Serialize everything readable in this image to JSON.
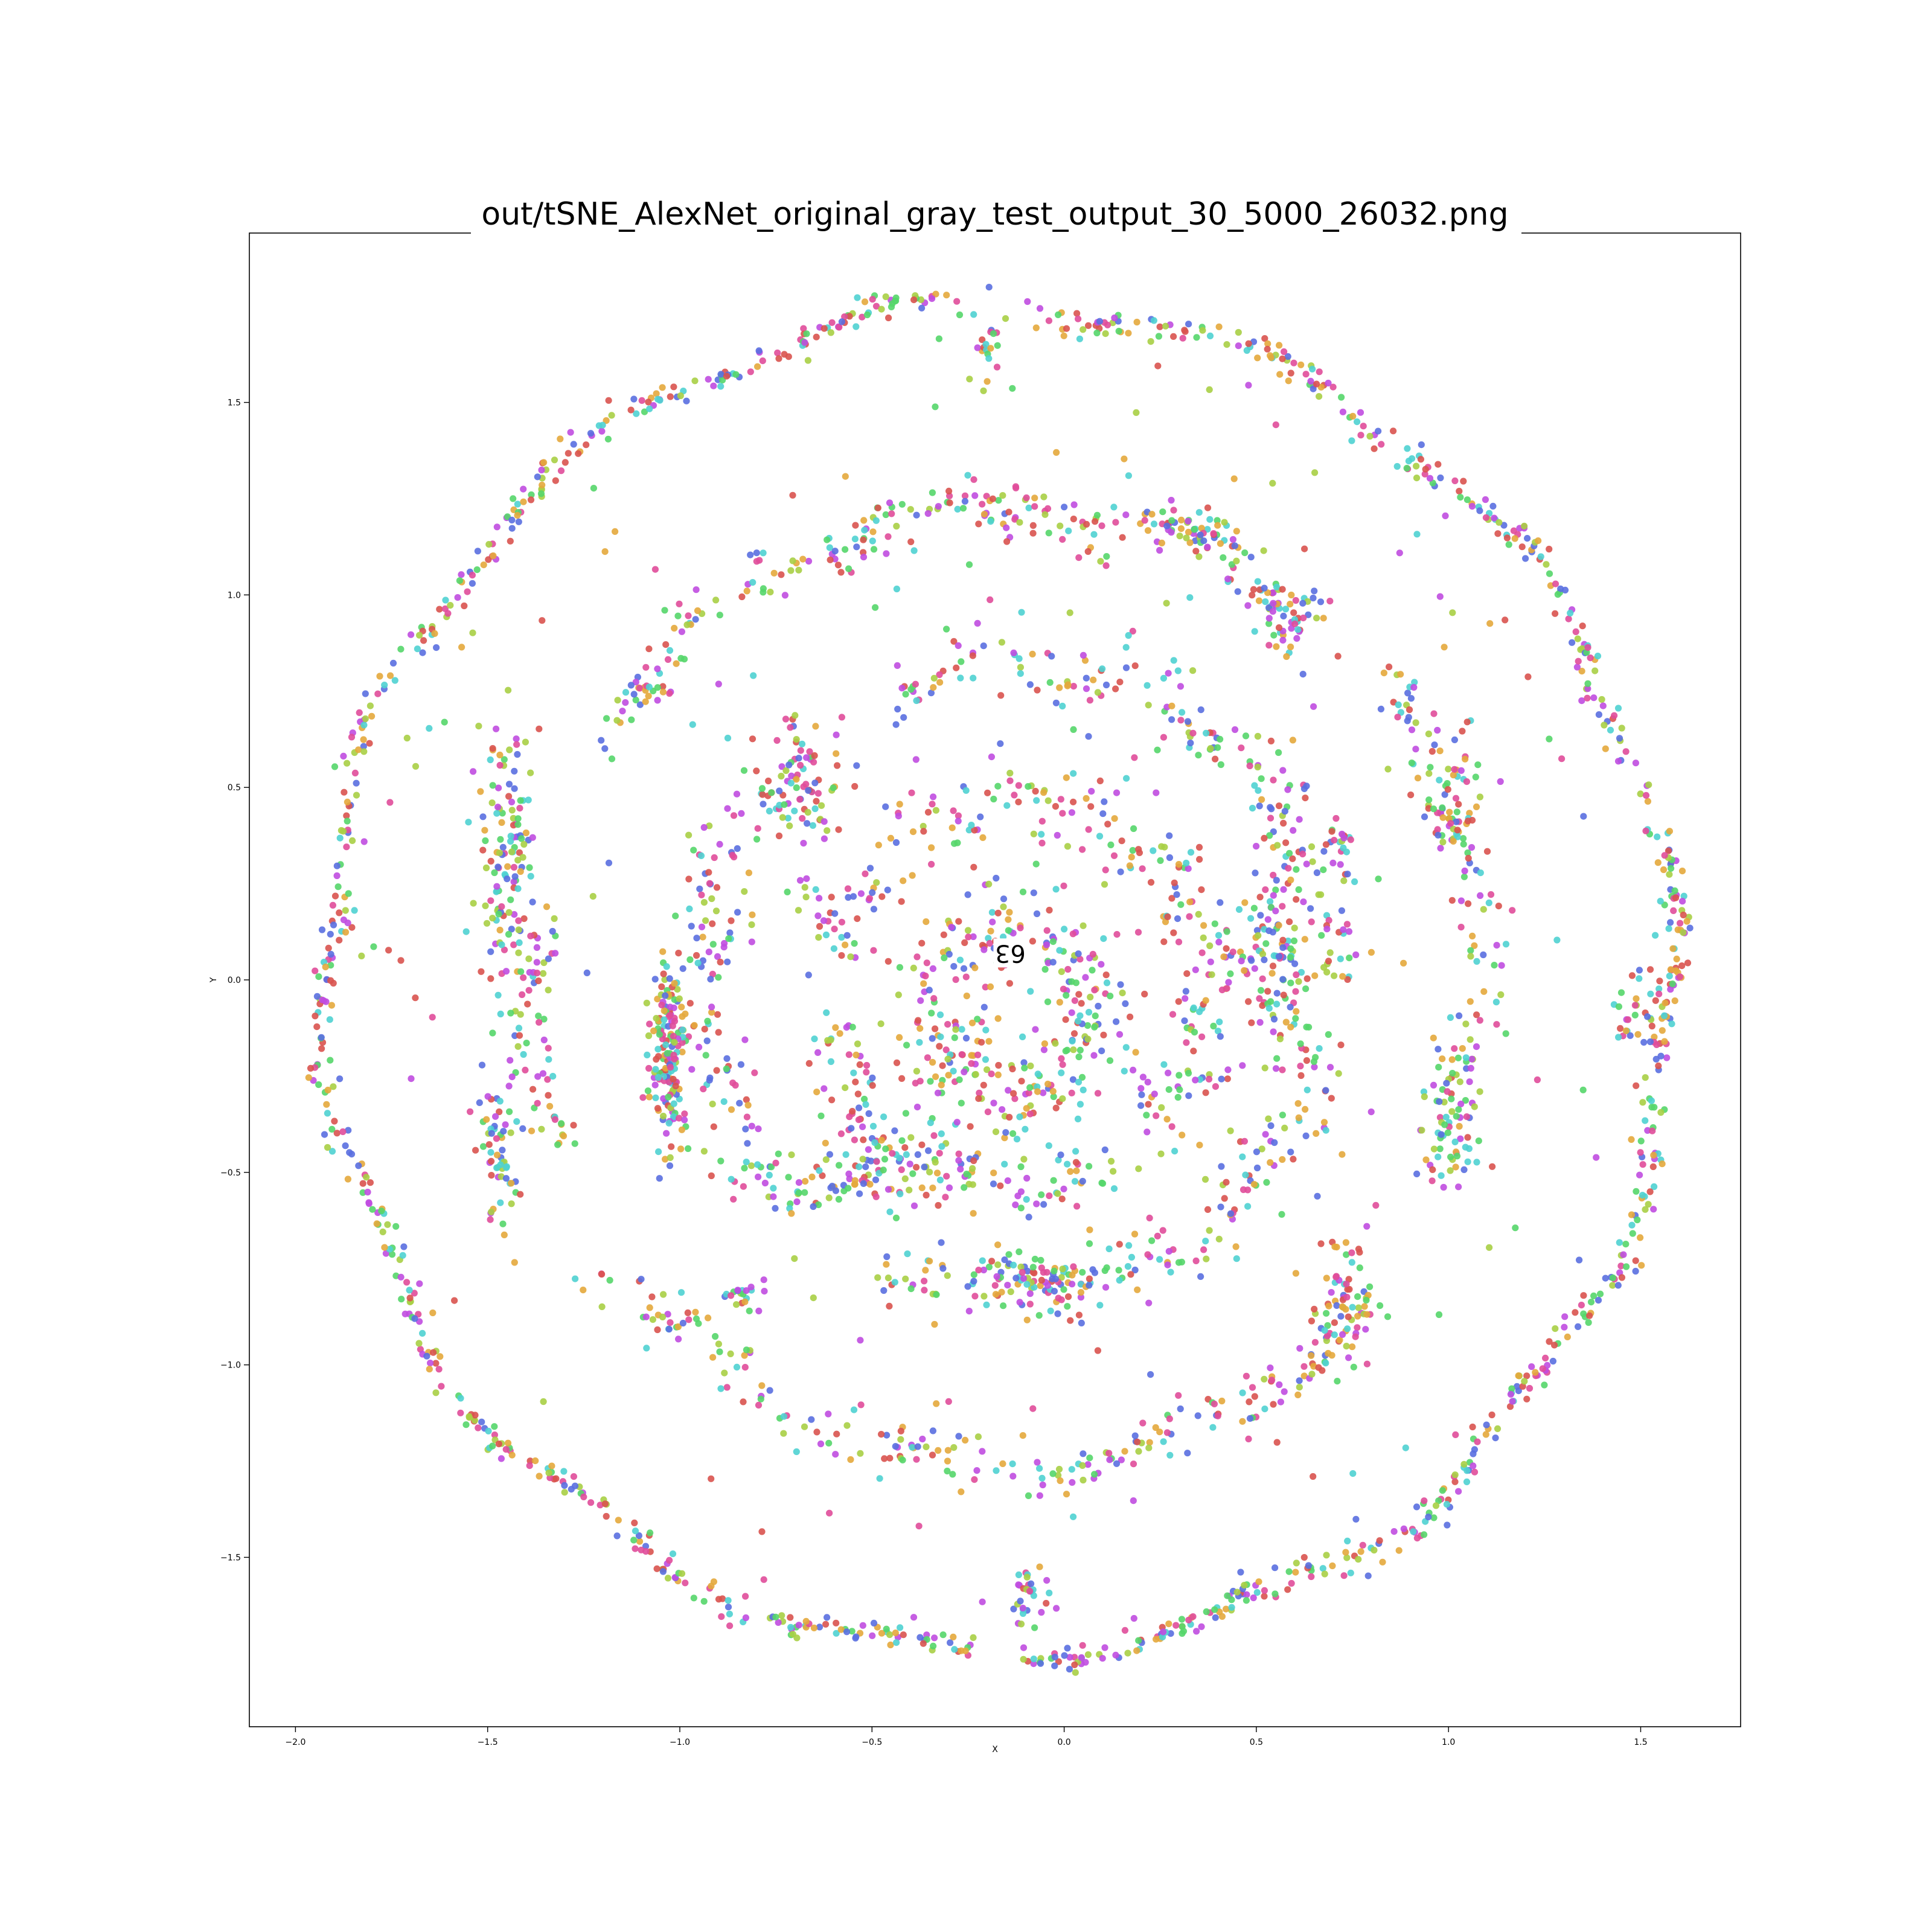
{
  "chart_data": {
    "type": "scatter",
    "title": "out/tSNE_AlexNet_original_gray_test_output_30_5000_26032.png",
    "xlabel": "X",
    "ylabel": "Y",
    "xlim": [
      -2.12,
      1.76
    ],
    "ylim": [
      -1.94,
      1.94
    ],
    "xticks": [
      -2.0,
      -1.5,
      -1.0,
      -0.5,
      0.0,
      0.5,
      1.0,
      1.5
    ],
    "yticks": [
      -1.5,
      -1.0,
      -0.5,
      0.0,
      0.5,
      1.0,
      1.5
    ],
    "xtick_labels": [
      "−2.0",
      "−1.5",
      "−1.0",
      "−0.5",
      "0.0",
      "0.5",
      "1.0",
      "1.5"
    ],
    "ytick_labels": [
      "−1.5",
      "−1.0",
      "−0.5",
      "0.0",
      "0.5",
      "1.0",
      "1.5"
    ],
    "grid": false,
    "marker_colors": [
      "#d9534f",
      "#e4a83c",
      "#a9cf45",
      "#55d66a",
      "#4fd1d1",
      "#5a6fe0",
      "#c04ce0",
      "#e04c9a"
    ],
    "annotation": {
      "text": "63",
      "x": -0.14,
      "y": 0.07,
      "rotation_deg": 180
    },
    "structure": [
      {
        "name": "outer-ring",
        "cx": -0.17,
        "cy": 0.0,
        "r": 1.75,
        "from_deg": 0,
        "to_deg": 360,
        "gaps_deg": [
          [
            88,
            92
          ],
          [
            268,
            272
          ]
        ],
        "n": 1100,
        "spread": 0.018
      },
      {
        "name": "ring-2",
        "cx": -0.15,
        "cy": -0.02,
        "r": 1.24,
        "from_deg": 0,
        "to_deg": 360,
        "gaps_deg": [
          [
            40,
            52
          ],
          [
            150,
            170
          ],
          [
            200,
            215
          ],
          [
            320,
            335
          ]
        ],
        "n": 620,
        "spread": 0.035
      },
      {
        "name": "ring-3",
        "cx": -0.13,
        "cy": 0.0,
        "r": 0.82,
        "from_deg": 0,
        "to_deg": 360,
        "gaps_deg": [
          [
            115,
            130
          ],
          [
            230,
            245
          ],
          [
            355,
            365
          ]
        ],
        "n": 520,
        "spread": 0.045
      },
      {
        "name": "ring-4",
        "cx": -0.12,
        "cy": -0.03,
        "r": 0.5,
        "from_deg": 0,
        "to_deg": 360,
        "gaps_deg": [
          [
            170,
            190
          ],
          [
            300,
            310
          ]
        ],
        "n": 380,
        "spread": 0.05
      },
      {
        "name": "inner-core",
        "cx": -0.13,
        "cy": -0.08,
        "r": 0.22,
        "from_deg": 0,
        "to_deg": 360,
        "gaps_deg": [],
        "n": 300,
        "spread": 0.06
      }
    ],
    "clusters": [
      {
        "x": -1.03,
        "y": -0.2,
        "sx": 0.025,
        "sy": 0.12,
        "n": 160
      },
      {
        "x": -1.45,
        "y": 0.3,
        "sx": 0.04,
        "sy": 0.18,
        "n": 130
      },
      {
        "x": -1.47,
        "y": -0.45,
        "sx": 0.025,
        "sy": 0.08,
        "n": 60
      },
      {
        "x": -0.5,
        "y": -0.5,
        "sx": 0.09,
        "sy": 0.05,
        "n": 80
      },
      {
        "x": 0.55,
        "y": 0.05,
        "sx": 0.04,
        "sy": 0.15,
        "n": 110
      },
      {
        "x": 0.58,
        "y": 0.95,
        "sx": 0.05,
        "sy": 0.05,
        "n": 50
      },
      {
        "x": 0.35,
        "y": 1.17,
        "sx": 0.06,
        "sy": 0.03,
        "n": 40
      },
      {
        "x": 0.73,
        "y": -0.85,
        "sx": 0.05,
        "sy": 0.1,
        "n": 70
      },
      {
        "x": -0.07,
        "y": -0.78,
        "sx": 0.08,
        "sy": 0.03,
        "n": 70
      },
      {
        "x": 1.02,
        "y": 0.5,
        "sx": 0.03,
        "sy": 0.1,
        "n": 50
      },
      {
        "x": 1.0,
        "y": -0.35,
        "sx": 0.03,
        "sy": 0.12,
        "n": 50
      },
      {
        "x": -0.68,
        "y": 0.5,
        "sx": 0.05,
        "sy": 0.07,
        "n": 60
      },
      {
        "x": -0.1,
        "y": -1.6,
        "sx": 0.03,
        "sy": 0.04,
        "n": 30
      },
      {
        "x": -0.2,
        "y": 1.65,
        "sx": 0.02,
        "sy": 0.05,
        "n": 20
      },
      {
        "x": 1.5,
        "y": -0.1,
        "sx": 0.04,
        "sy": 0.04,
        "n": 30
      },
      {
        "x": -0.82,
        "y": -0.82,
        "sx": 0.03,
        "sy": 0.02,
        "n": 20
      },
      {
        "x": 0.72,
        "y": 0.35,
        "sx": 0.02,
        "sy": 0.04,
        "n": 20
      }
    ],
    "scattered_outliers": 220
  }
}
